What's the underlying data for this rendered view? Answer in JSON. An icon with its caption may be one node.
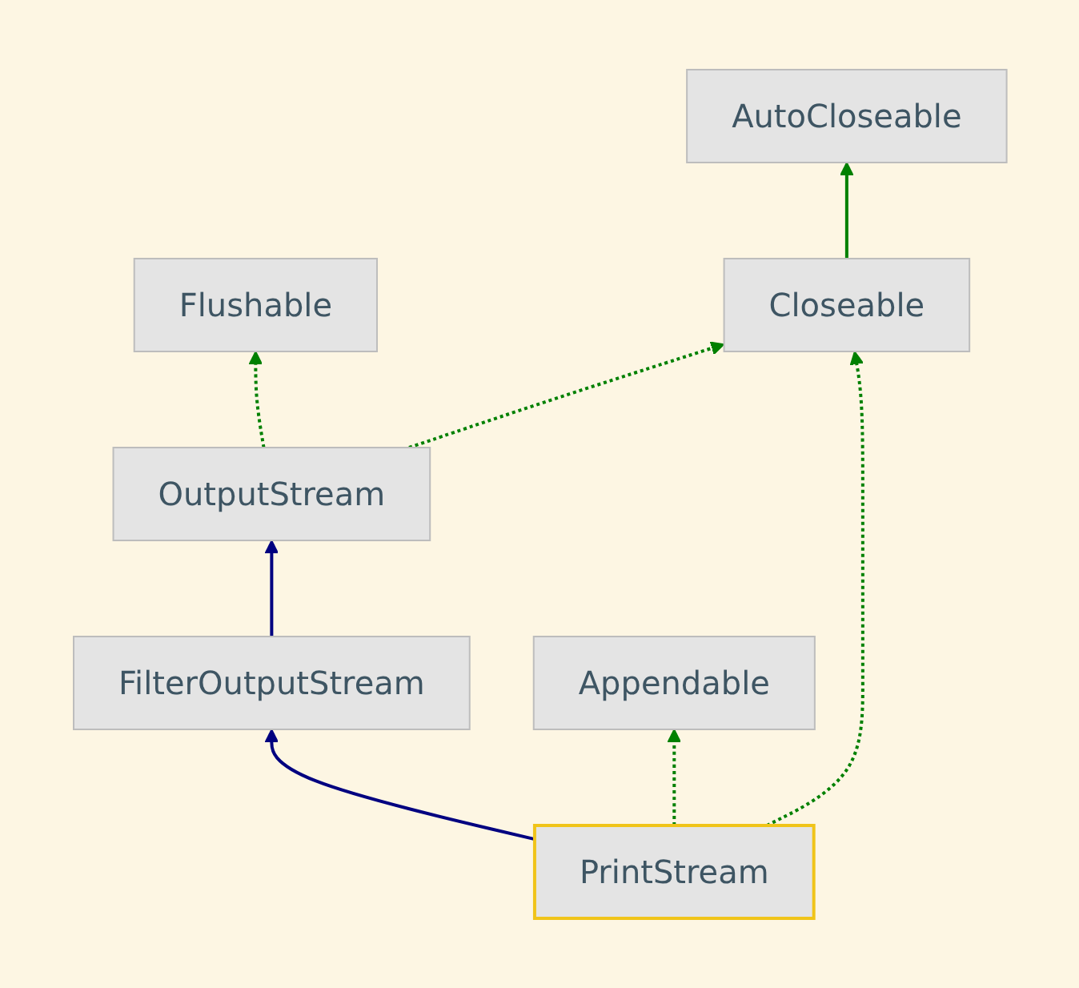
{
  "diagram": {
    "nodes": [
      {
        "text": [
          "AutoCloseable"
        ]
      },
      {
        "text": [
          "Flushable"
        ]
      },
      {
        "text": [
          "Closeable"
        ]
      },
      {
        "text": [
          "OutputStream"
        ]
      },
      {
        "text": [
          "FilterOutputStream"
        ]
      },
      {
        "text": [
          "Appendable"
        ]
      },
      {
        "text": [
          "PrintStream"
        ]
      }
    ],
    "edges": [
      {
        "from": 2,
        "to": 0,
        "arrow": "to"
      },
      {
        "from": 3,
        "to": 1,
        "arrow": "to",
        "style": "dashed"
      },
      {
        "from": 3,
        "to": 2,
        "arrow": "to",
        "style": "dashed"
      },
      {
        "from": 4,
        "to": 3,
        "arrow": "to",
        "color": "#000080"
      },
      {
        "from": 6,
        "to": 4,
        "arrow": "to",
        "color": "#000080"
      },
      {
        "from": 6,
        "to": 2,
        "arrow": "to",
        "style": "dashed"
      },
      {
        "from": 6,
        "to": 5,
        "arrow": "to",
        "style": "dashed"
      }
    ]
  }
}
